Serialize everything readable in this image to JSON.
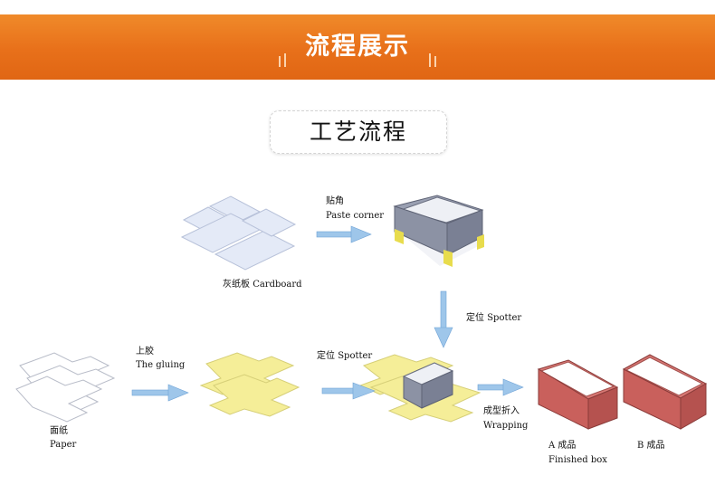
{
  "header": {
    "title": "流程展示",
    "accent_color": "#e8701a"
  },
  "subtitle": "工艺流程",
  "steps": {
    "cardboard": {
      "zh": "灰纸板",
      "en": "Cardboard"
    },
    "paste_corner": {
      "zh": "贴角",
      "en": "Paste corner"
    },
    "spotter_1": {
      "zh": "定位",
      "en": "Spotter"
    },
    "paper": {
      "zh": "面纸",
      "en": "Paper"
    },
    "gluing": {
      "zh": "上胶",
      "en": "The gluing"
    },
    "spotter_2": {
      "zh": "定位",
      "en": "Spotter"
    },
    "wrapping": {
      "zh": "成型折入",
      "en": "Wrapping"
    },
    "product_a": {
      "zh": "A 成品",
      "en": "Finished box"
    },
    "product_b": {
      "zh": "B 成品"
    }
  },
  "colors": {
    "arrow": "#9ec6ea",
    "glue_yellow": "#f5ee98",
    "cardboard_blue": "#e4eaf7",
    "box_gray": "#8e94a6",
    "corner_tape": "#eee15a",
    "finished_red": "#c9605c"
  }
}
